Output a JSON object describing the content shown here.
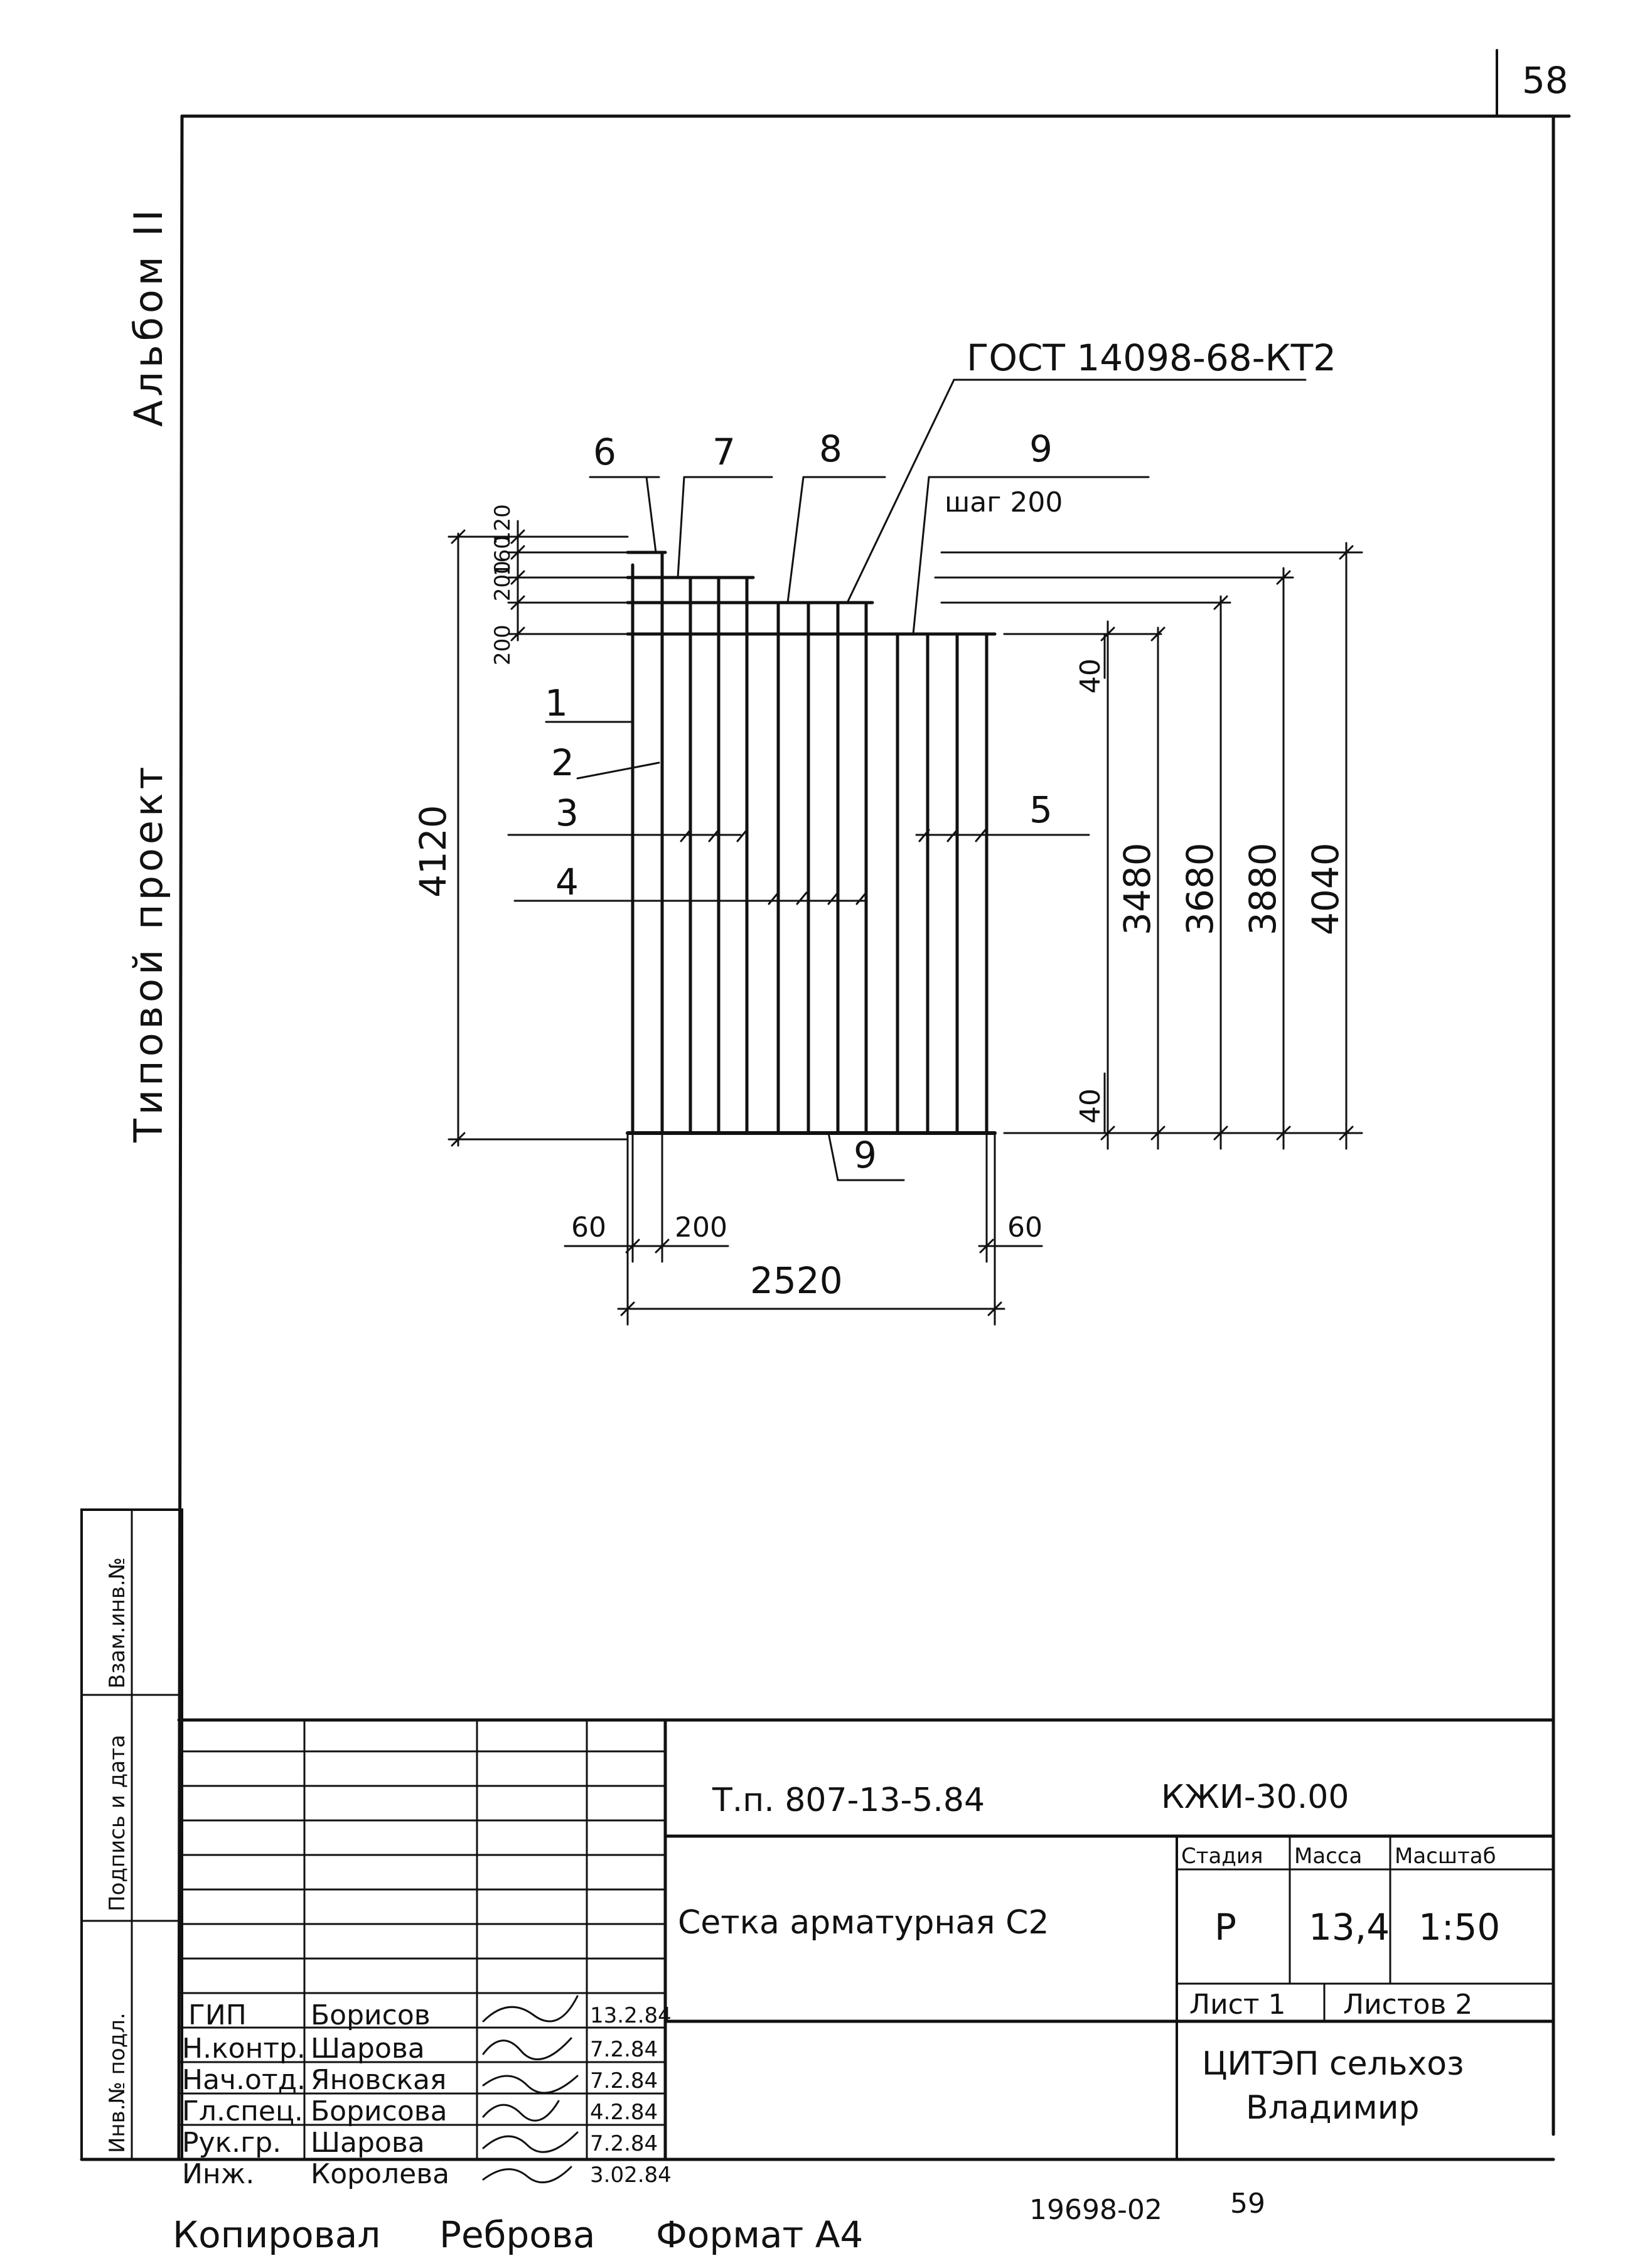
{
  "page_number": "58",
  "album_label": "Альбом II",
  "project_type": "Типовой проект",
  "gost_note": "ГОСТ 14098-68-КТ2",
  "pitch_note": "шаг 200",
  "positions": [
    "1",
    "2",
    "3",
    "4",
    "5",
    "6",
    "7",
    "8",
    "9",
    "9"
  ],
  "dimensions": {
    "height_total": "4120",
    "width_total": "2520",
    "left_offset": "60",
    "right_offset": "60",
    "pitch_bottom": "200",
    "top_120": "120",
    "top_160": "160",
    "top_200a": "200",
    "top_200b": "200",
    "edge_top": "40",
    "edge_bottom": "40",
    "h_3480": "3480",
    "h_3680": "3680",
    "h_3880": "3880",
    "h_4040": "4040"
  },
  "side_stamp": {
    "inv_podl": "Инв.№ подл.",
    "podpis_data": "Подпись и дата",
    "vzam_inv": "Взам.инв.№"
  },
  "title_block": {
    "doc_code": "Т.п. 807-13-5.84",
    "mark": "КЖИ-30.00",
    "title": "Сетка арматурная С2",
    "stage_header": "Стадия",
    "mass_header": "Масса",
    "scale_header": "Масштаб",
    "stage": "Р",
    "mass": "13,4",
    "scale": "1:50",
    "sheet": "Лист 1",
    "sheets": "Листов 2",
    "org_line1": "ЦИТЭП сельхоз",
    "org_line2": "Владимир",
    "signers": [
      {
        "role": "ГИП",
        "name": "Борисов",
        "date": "13.2.84"
      },
      {
        "role": "Н.контр.",
        "name": "Шарова",
        "date": "7.2.84"
      },
      {
        "role": "Нач.отд.",
        "name": "Яновская",
        "date": "7.2.84"
      },
      {
        "role": "Гл.спец.",
        "name": "Борисова",
        "date": "4.2.84"
      },
      {
        "role": "Рук.гр.",
        "name": "Шарова",
        "date": "7.2.84"
      },
      {
        "role": "Инж.",
        "name": "Королева",
        "date": "3.02.84"
      }
    ]
  },
  "footer": {
    "copied_label": "Копировал",
    "copied_by": "Реброва",
    "format": "Формат А4",
    "archive_no": "19698-02",
    "archive_page": "59"
  }
}
